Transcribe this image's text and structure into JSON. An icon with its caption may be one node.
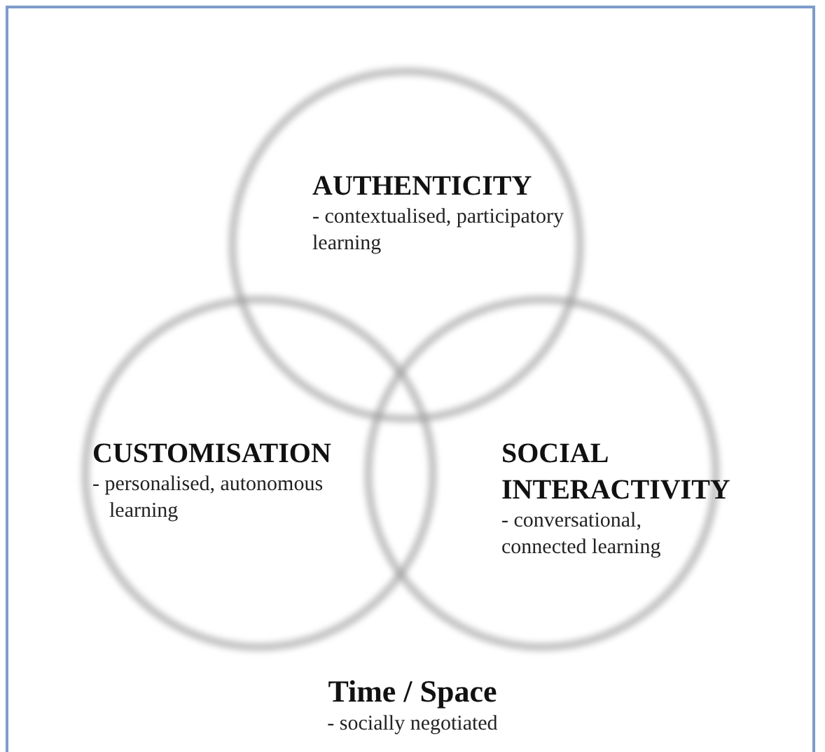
{
  "diagram": {
    "nodes": [
      {
        "text": [
          "AUTHENTICITY",
          "- contextualised, participatory learning"
        ]
      },
      {
        "text": [
          "CUSTOMISATION",
          "- personalised, autonomous learning"
        ]
      },
      {
        "text": [
          "SOCIAL INTERACTIVITY",
          "- conversational, connected learning"
        ]
      }
    ],
    "labels": [
      "Time / Space",
      "- socially negotiated"
    ]
  }
}
